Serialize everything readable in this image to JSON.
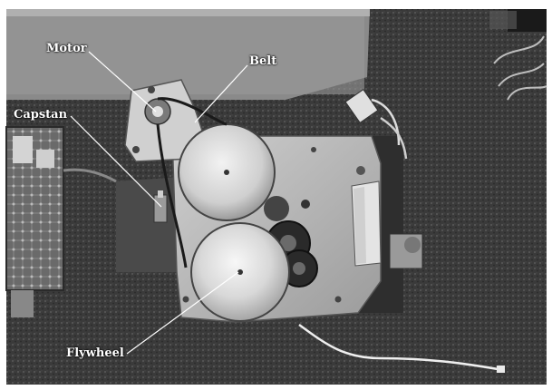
{
  "figure": {
    "labels": {
      "motor": "Motor",
      "belt": "Belt",
      "capstan": "Capstan",
      "flywheel": "Flywheel"
    }
  },
  "colors": {
    "frame": "#ffffff",
    "background_dark": "#2b2b2b",
    "label_text": "#ffffff",
    "leader_line": "#ffffff"
  }
}
